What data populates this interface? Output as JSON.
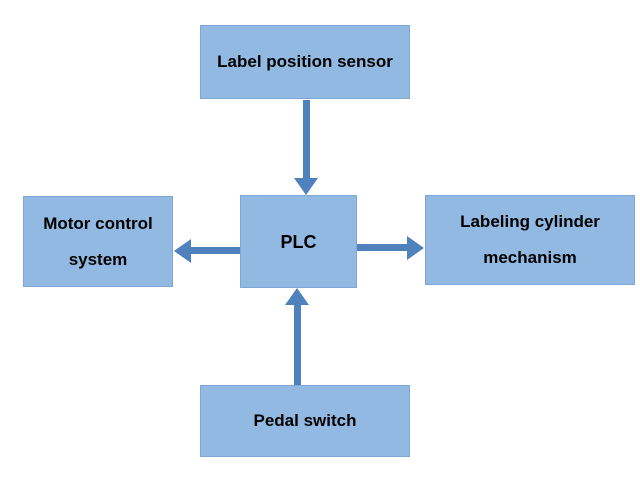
{
  "colors": {
    "box_fill": "#92b9e2",
    "box_border": "#7fa7d6",
    "arrow": "#4f81bd",
    "text": "#000000",
    "background": "#ffffff"
  },
  "nodes": {
    "sensor": {
      "label": "Label position sensor"
    },
    "motor": {
      "label": "Motor control system"
    },
    "plc": {
      "label": "PLC"
    },
    "cylinder": {
      "label": "Labeling cylinder mechanism"
    },
    "pedal": {
      "label": "Pedal switch"
    }
  },
  "edges": [
    {
      "from": "Label position sensor",
      "to": "PLC",
      "direction": "down"
    },
    {
      "from": "PLC",
      "to": "Motor control system",
      "direction": "left"
    },
    {
      "from": "PLC",
      "to": "Labeling cylinder mechanism",
      "direction": "right"
    },
    {
      "from": "Pedal switch",
      "to": "PLC",
      "direction": "up"
    }
  ]
}
